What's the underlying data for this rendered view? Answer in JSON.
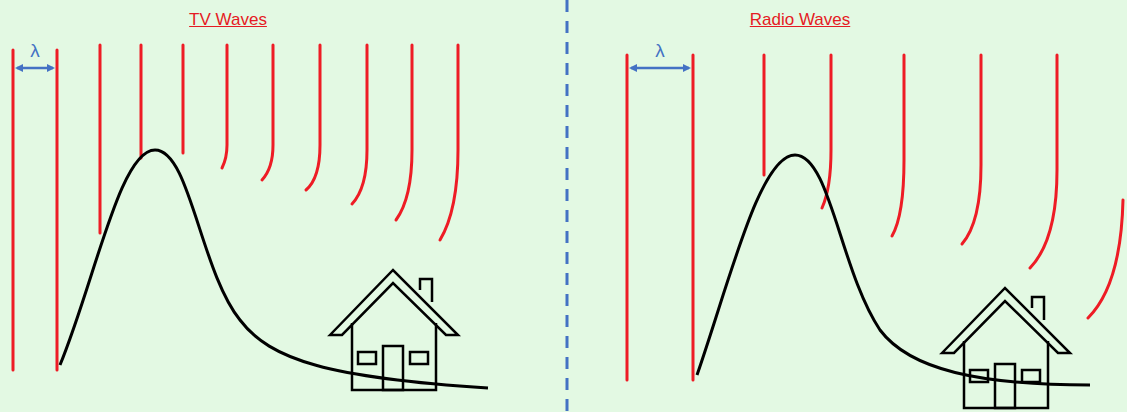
{
  "diagram": {
    "labels": [
      "TV Waves",
      "λ",
      "Radio Waves",
      "λ"
    ]
  }
}
